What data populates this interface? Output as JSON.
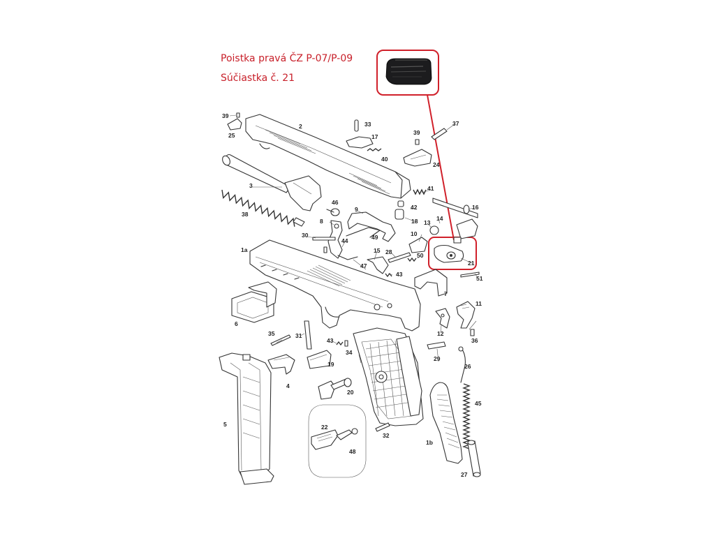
{
  "caption": {
    "title": "Poistka pravá ČZ P-07/P-09",
    "part_number": "Súčiastka č. 21"
  },
  "colors": {
    "highlight": "#d0202a",
    "line": "#333333",
    "background": "#ffffff"
  },
  "highlighted_part": "21",
  "part_labels": {
    "p39a": "39",
    "p25": "25",
    "p2": "2",
    "p33": "33",
    "p17": "17",
    "p40": "40",
    "p39b": "39",
    "p37": "37",
    "p24": "24",
    "p3": "3",
    "p41": "41",
    "p38": "38",
    "p46": "46",
    "p9": "9",
    "p42": "42",
    "p16": "16",
    "p8": "8",
    "p18": "18",
    "p13": "13",
    "p14": "14",
    "p30": "30",
    "p10": "10",
    "p49": "49",
    "p44": "44",
    "p1a": "1a",
    "p15": "15",
    "p28": "28",
    "p50": "50",
    "p47": "47",
    "p21": "21",
    "p43a": "43",
    "p51": "51",
    "p7": "7",
    "p6": "6",
    "p11": "11",
    "p12": "12",
    "p36": "36",
    "p35": "35",
    "p31": "31",
    "p43b": "43",
    "p34": "34",
    "p29": "29",
    "p19": "19",
    "p26": "26",
    "p4": "4",
    "p20": "20",
    "p45": "45",
    "p5": "5",
    "p22": "22",
    "p32": "32",
    "p1b": "1b",
    "p48": "48",
    "p27": "27"
  }
}
